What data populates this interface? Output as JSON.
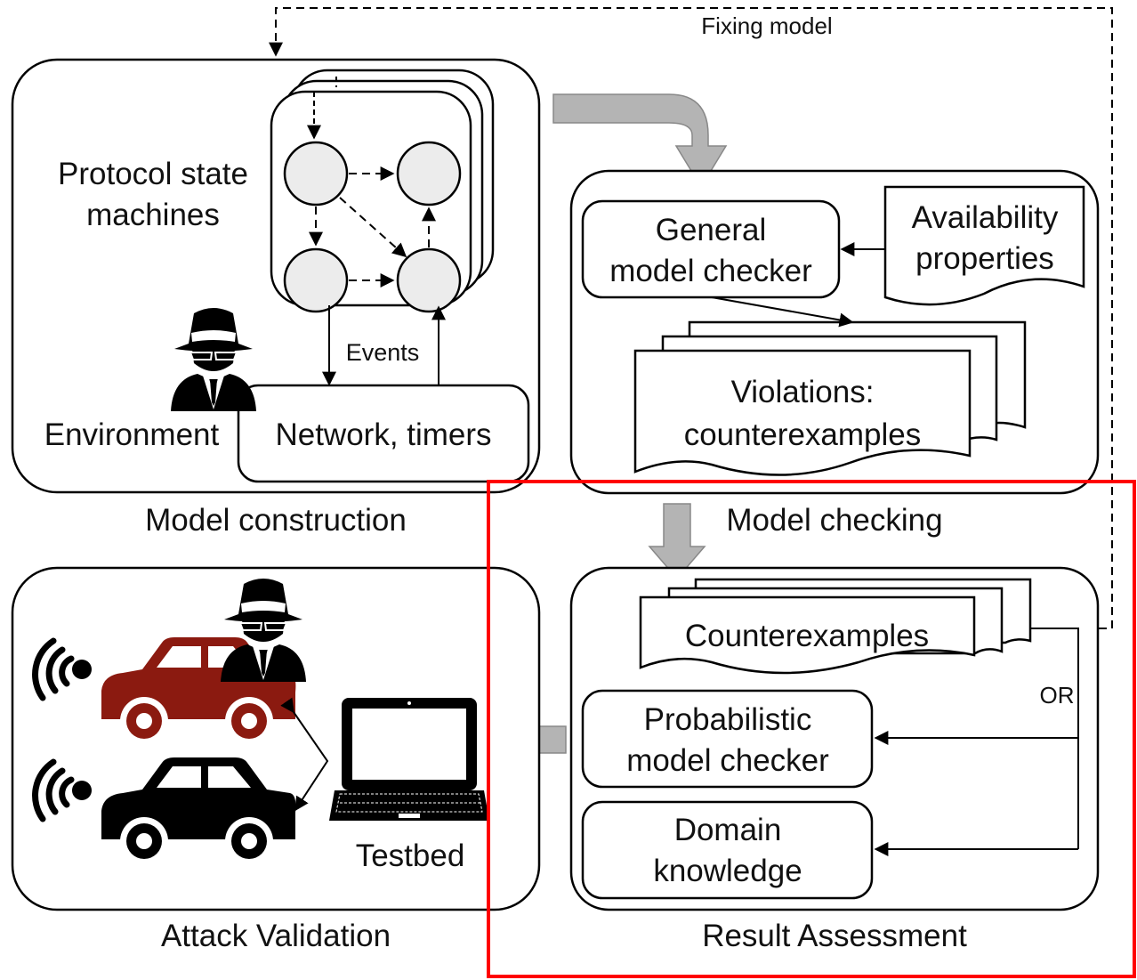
{
  "feedback": {
    "label": "Fixing model"
  },
  "model_construction": {
    "caption": "Model construction",
    "state_machines_label_line1": "Protocol state",
    "state_machines_label_line2": "machines",
    "events_label": "Events",
    "environment_label": "Environment",
    "network_box_label": "Network, timers"
  },
  "model_checking": {
    "caption": "Model checking",
    "checker_line1": "General",
    "checker_line2": "model checker",
    "properties_line1": "Availability",
    "properties_line2": "properties",
    "violations_line1": "Violations:",
    "violations_line2": "counterexamples"
  },
  "result_assessment": {
    "caption": "Result Assessment",
    "counterexamples_label": "Counterexamples",
    "or_label": "OR",
    "probabilistic_line1": "Probabilistic",
    "probabilistic_line2": "model checker",
    "domain_line1": "Domain",
    "domain_line2": "knowledge"
  },
  "attack_validation": {
    "caption": "Attack Validation",
    "testbed_label": "Testbed"
  },
  "colors": {
    "highlight": "#ff0000",
    "flow_arrow": "#b4b4b4",
    "state_node": "#ececec",
    "car_attacker": "#8b1a10",
    "car_victim": "#000000"
  },
  "icons": [
    "attacker-icon",
    "car-icon",
    "wifi-icon",
    "laptop-icon"
  ]
}
